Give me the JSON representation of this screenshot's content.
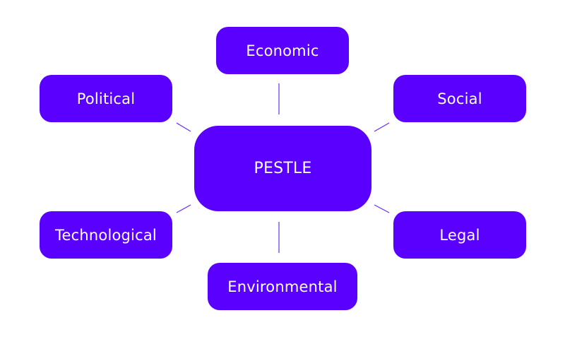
{
  "diagram": {
    "center": {
      "label": "PESTLE"
    },
    "factors": {
      "economic": "Economic",
      "political": "Political",
      "social": "Social",
      "technological": "Technological",
      "legal": "Legal",
      "environmental": "Environmental"
    }
  },
  "colors": {
    "node_fill": "#5a00ff",
    "node_text": "#ffffff",
    "connector": "#6a2cf5",
    "background": "#ffffff"
  }
}
